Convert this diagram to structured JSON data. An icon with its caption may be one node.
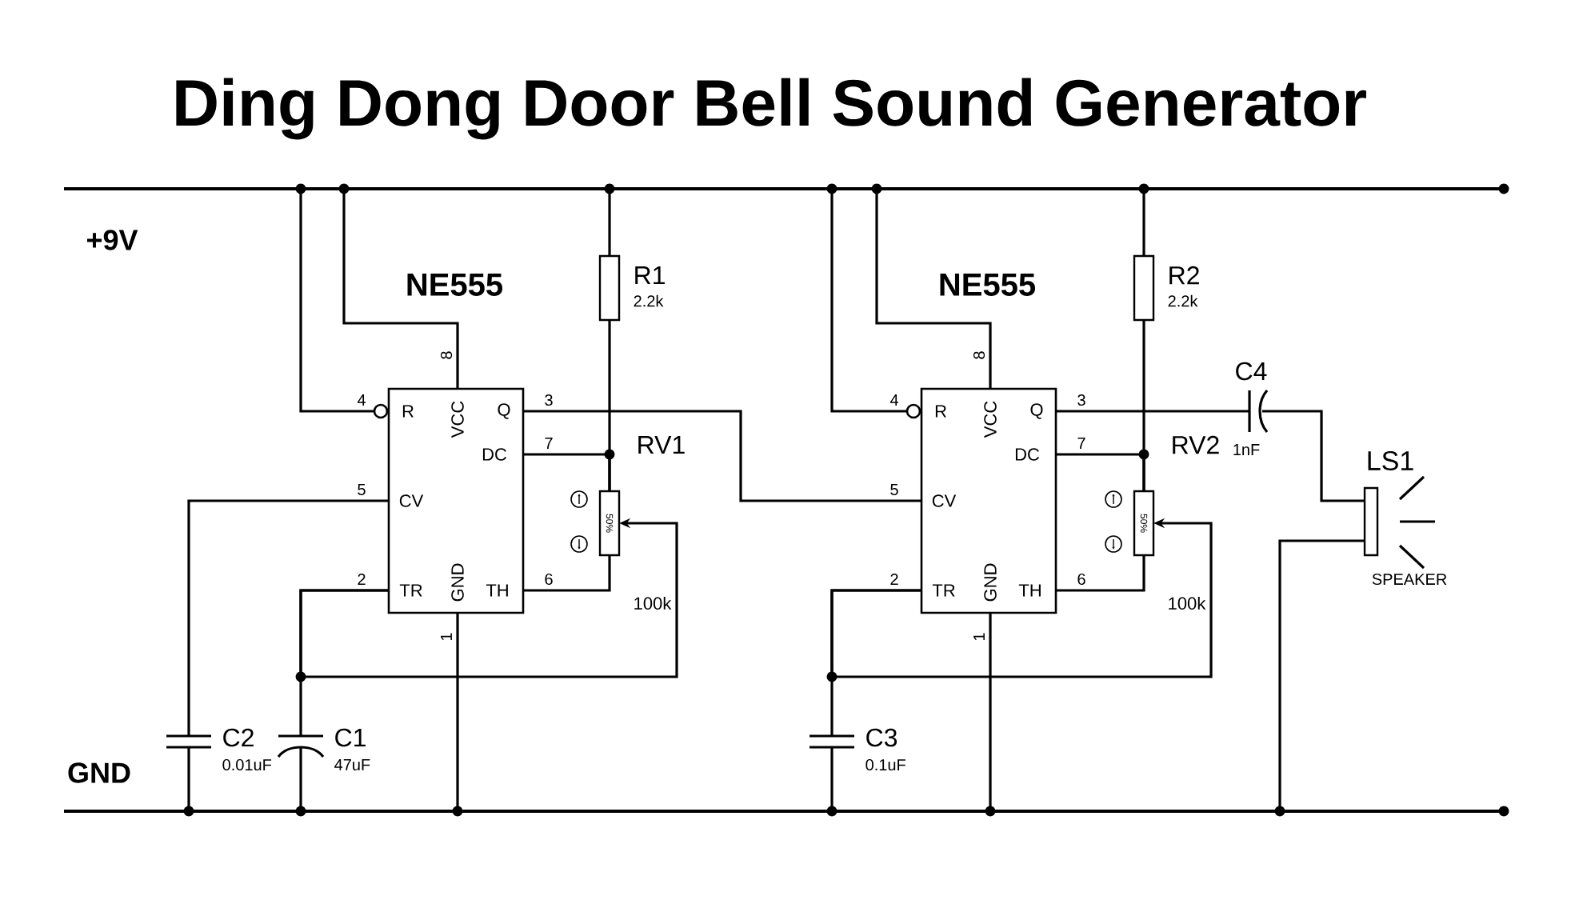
{
  "diagram": {
    "title": "Ding Dong Door Bell Sound Generator",
    "nodes": [
      {
        "text": [
          "+9V"
        ]
      },
      {
        "text": [
          "GND"
        ]
      },
      {
        "text": [
          "NE555",
          "R",
          "VCC",
          "Q",
          "DC",
          "CV",
          "TR",
          "GND",
          "TH"
        ]
      },
      {
        "text": [
          "R1",
          "2.2k"
        ]
      },
      {
        "text": [
          "RV1",
          "50%",
          "100k"
        ]
      },
      {
        "text": [
          "C2",
          "0.01uF"
        ]
      },
      {
        "text": [
          "C1",
          "47uF"
        ]
      },
      {
        "text": [
          "NE555",
          "R",
          "VCC",
          "Q",
          "DC",
          "CV",
          "TR",
          "GND",
          "TH"
        ]
      },
      {
        "text": [
          "R2",
          "2.2k"
        ]
      },
      {
        "text": [
          "RV2",
          "50%",
          "100k"
        ]
      },
      {
        "text": [
          "C3",
          "0.1uF"
        ]
      },
      {
        "text": [
          "C4",
          "1nF"
        ]
      },
      {
        "text": [
          "LS1",
          "SPEAKER"
        ]
      }
    ],
    "edges": [
      {
        "from": 0,
        "to": 2,
        "arrow": "none"
      },
      {
        "from": 0,
        "to": 2,
        "arrow": "none"
      },
      {
        "from": 0,
        "to": 3,
        "arrow": "none"
      },
      {
        "from": 3,
        "to": 4,
        "arrow": "none"
      },
      {
        "from": 2,
        "to": 4,
        "arrow": "none"
      },
      {
        "from": 2,
        "to": 4,
        "arrow": "none"
      },
      {
        "from": 2,
        "to": 4,
        "arrow": "to"
      },
      {
        "from": 2,
        "to": 6,
        "arrow": "none"
      },
      {
        "from": 6,
        "to": 1,
        "arrow": "none"
      },
      {
        "from": 2,
        "to": 1,
        "arrow": "none"
      },
      {
        "from": 2,
        "to": 5,
        "arrow": "none"
      },
      {
        "from": 5,
        "to": 1,
        "arrow": "none"
      },
      {
        "from": 2,
        "to": 7,
        "arrow": "none"
      },
      {
        "from": 0,
        "to": 7,
        "arrow": "none"
      },
      {
        "from": 0,
        "to": 7,
        "arrow": "none"
      },
      {
        "from": 0,
        "to": 8,
        "arrow": "none"
      },
      {
        "from": 8,
        "to": 9,
        "arrow": "none"
      },
      {
        "from": 7,
        "to": 9,
        "arrow": "none"
      },
      {
        "from": 7,
        "to": 9,
        "arrow": "none"
      },
      {
        "from": 7,
        "to": 9,
        "arrow": "to"
      },
      {
        "from": 7,
        "to": 10,
        "arrow": "none"
      },
      {
        "from": 10,
        "to": 1,
        "arrow": "none"
      },
      {
        "from": 7,
        "to": 1,
        "arrow": "none"
      },
      {
        "from": 7,
        "to": 11,
        "arrow": "none"
      },
      {
        "from": 11,
        "to": 12,
        "arrow": "none"
      },
      {
        "from": 12,
        "to": 1,
        "arrow": "none"
      }
    ],
    "labels": [
      "4",
      "8",
      "3",
      "7",
      "5",
      "2",
      "6",
      "1",
      "4",
      "8",
      "3",
      "7",
      "5",
      "2",
      "6",
      "1"
    ]
  }
}
